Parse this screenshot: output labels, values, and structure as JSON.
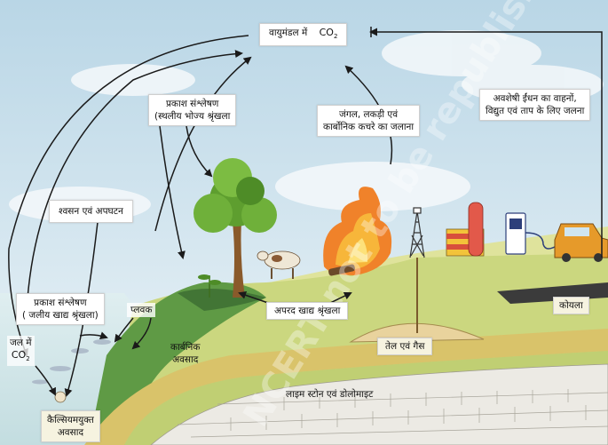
{
  "labels": {
    "atmosphere": {
      "text": "वायुमंडल में",
      "co2": "CO",
      "sub": "2"
    },
    "photosynthesis_land": {
      "line1": "प्रकाश संश्लेषण",
      "line2": "(स्थलीय भोज्य श्रृंखला"
    },
    "forest_fire": {
      "line1": "जंगल, लकड़ी एवं",
      "line2": "कार्बोनिक कचरे का जलाना"
    },
    "fossil_fuel": {
      "line1": "अवशेषी ईंधन का वाहनों,",
      "line2": "विद्युत एवं ताप के लिए जलना"
    },
    "respiration": "श्वसन एवं अपघटन",
    "photosynthesis_water": {
      "line1": "प्रकाश संश्लेषण",
      "line2": "( जलीय खाद्य श्रृंखला)"
    },
    "plankton": "प्लवक",
    "water_co2": {
      "line1": "जल में",
      "co2": "CO",
      "sub": "2"
    },
    "organic_sediment": {
      "line1": "कार्बनिक",
      "line2": "अवसाद"
    },
    "decomposer_chain": "अपरद खाद्य श्रृंखला",
    "coal": "कोयला",
    "oil_gas": "तेल एवं गैस",
    "limestone": "लाइम स्टोन एवं डोलोमाइट",
    "calcium_sediment": {
      "line1": "कैल्सियमयुक्त",
      "line2": "अवसाद"
    }
  },
  "watermark": "NCERT not to be republished",
  "colors": {
    "sky": "#cfe3ee",
    "land": "#cfd98a",
    "hill": "#4f8a3a",
    "sediment": "#d9c77a",
    "rock": "#ebe9e2",
    "arrow": "#1a1a1a"
  }
}
